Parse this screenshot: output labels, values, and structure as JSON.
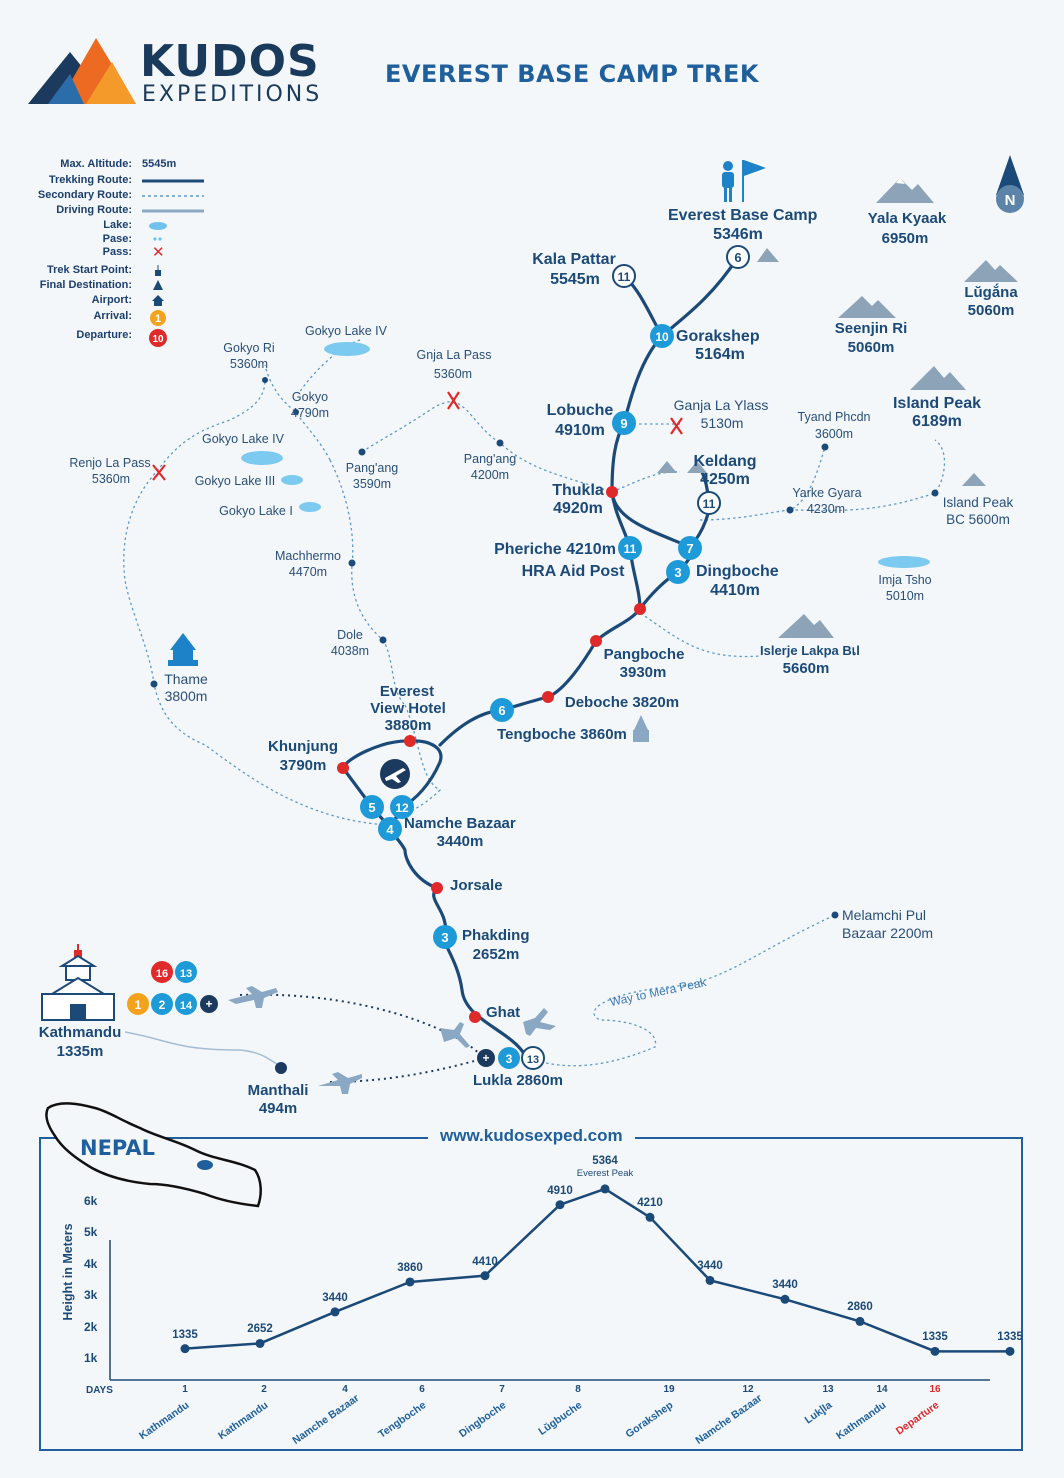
{
  "brand": {
    "name": "KUDOS",
    "subtitle": "EXPEDITIONS"
  },
  "title": "EVEREST BASE CAMP TREK",
  "legend": {
    "items": [
      {
        "label": "Max. Altitude:",
        "value": "5545m"
      },
      {
        "label": "Trekking Route:"
      },
      {
        "label": "Secondary Route:"
      },
      {
        "label": "Driving Route:"
      },
      {
        "label": "Lake:"
      },
      {
        "label": "Pase:"
      },
      {
        "label": "Pass:"
      },
      {
        "label": "Trek Start Point:"
      },
      {
        "label": "Final Destination:"
      },
      {
        "label": "Airport:"
      },
      {
        "label": "Arrival:",
        "value": "1"
      },
      {
        "label": "Departure:",
        "value": "10"
      }
    ],
    "colors": {
      "route": "#1c4a78",
      "secondary": "#5f98c8",
      "driving": "#8aa8c3",
      "lake": "#6fc2ee",
      "pass": "#e02a2a",
      "arrival": "#f4a21b",
      "departure": "#e02a2a"
    }
  },
  "places": {
    "everest_bc": {
      "name": "Everest Base Camp",
      "alt": "5346m"
    },
    "kala_pattar": {
      "name": "Kala Pattar",
      "alt": "5545m"
    },
    "gorakshep": {
      "name": "Gorakshep",
      "alt": "5164m"
    },
    "lobuche": {
      "name": "Lobuche",
      "alt": "4910m"
    },
    "ganja_la_ylass": {
      "name": "Ganja La Ylass",
      "alt": "5130m"
    },
    "keldang": {
      "name": "Keldang",
      "alt": "4250m"
    },
    "thukla": {
      "name": "Thukla",
      "alt": "4920m"
    },
    "pheriche": {
      "name": "Pheriche 4210m",
      "sub": "HRA Aid Post"
    },
    "dingboche": {
      "name": "Dingboche",
      "alt": "4410m"
    },
    "pangboche": {
      "name": "Pangboche",
      "alt": "3930m"
    },
    "deboche": {
      "name": "Deboche 3820m"
    },
    "tengboche": {
      "name": "Tengboche 3860m"
    },
    "everest_view": {
      "name1": "Everest",
      "name2": "View Hotel",
      "alt": "3880m"
    },
    "khunjung": {
      "name": "Khunjung",
      "alt": "3790m"
    },
    "namche": {
      "name": "Namche Bazaar",
      "alt": "3440m"
    },
    "jorsale": {
      "name": "Jorsale"
    },
    "phakding": {
      "name": "Phakding",
      "alt": "2652m"
    },
    "ghat": {
      "name": "Ghat"
    },
    "lukla": {
      "name": "Lukla 2860m"
    },
    "kathmandu": {
      "name": "Kathmandu",
      "alt": "1335m"
    },
    "manthali": {
      "name": "Manthali",
      "alt": "494m"
    },
    "yala_kyaak": {
      "name": "Yala Kyaak",
      "alt": "6950m"
    },
    "lugana": {
      "name": "Lŭgắna",
      "alt": "5060m"
    },
    "seenjin_ri": {
      "name": "Seenjin Ri",
      "alt": "5060m"
    },
    "island_peak": {
      "name": "Island Peak",
      "alt": "6189m"
    },
    "tyand_phcdn": {
      "name": "Tyand Phcdn",
      "alt": "3600m"
    },
    "yarke_gyara": {
      "name": "Yarke Gyara",
      "alt": "4230m"
    },
    "island_peak_bc": {
      "name": "Island Peak",
      "alt": "BC 5600m"
    },
    "imja_tsho": {
      "name": "Imja Tsho",
      "alt": "5010m"
    },
    "islerje": {
      "name": "Islerje Lakpa Bเl",
      "alt": "5660m"
    },
    "gokyo_lake_iv_top": {
      "name": "Gokyo Lake IV"
    },
    "gokyo_ri": {
      "name": "Gokyo Ri",
      "alt": "5360m"
    },
    "gnja_la": {
      "name": "Gnja La Pass",
      "alt": "5360m"
    },
    "gokyo": {
      "name": "Gokyo",
      "alt": "4790m"
    },
    "gokyo_lake_iv": {
      "name": "Gokyo Lake IV"
    },
    "gokyo_lake_iii": {
      "name": "Gokyo Lake III"
    },
    "gokyo_lake_i": {
      "name": "Gokyo Lake I"
    },
    "renjo": {
      "name": "Renjo La Pass",
      "alt": "5360m"
    },
    "pangang1": {
      "name": "Pang'ang",
      "alt": "3590m"
    },
    "pangang2": {
      "name": "Pang'ang",
      "alt": "4200m"
    },
    "machhermo": {
      "name": "Machhermo",
      "alt": "4470m"
    },
    "dole": {
      "name": "Dole",
      "alt": "4038m"
    },
    "thame": {
      "name": "Thame",
      "alt": "3800m"
    },
    "melamchi": {
      "name": "Melamchi Pul",
      "alt": "Bazaar 2200m"
    },
    "mera_way": {
      "name": "Way to Mera Peak"
    }
  },
  "markers": {
    "ebc": "6",
    "kala": "11",
    "gorak": "10",
    "lobu": "9",
    "keld": "11",
    "ding7": "7",
    "pher": "11",
    "ding3": "3",
    "teng": "6",
    "nam5": "5",
    "nam12": "12",
    "nam4": "4",
    "phak": "3",
    "luk3": "3",
    "luk13": "13",
    "ktm1": "1",
    "ktm2": "2",
    "ktm14": "14",
    "ktm16": "16",
    "ktm13": "13"
  },
  "compass": "N",
  "inset": {
    "country": "NEPAL"
  },
  "website": "www.kudosexped.com",
  "chart_data": {
    "type": "line",
    "title": "",
    "ylabel": "Height in Meters",
    "xlabel": "DAYS",
    "ylim": [
      500,
      7000
    ],
    "yticks": [
      "1k",
      "2k",
      "3k",
      "4k",
      "5k",
      "6k"
    ],
    "ytick_values": [
      1000,
      2000,
      3000,
      4000,
      5000,
      6000
    ],
    "days": [
      "1",
      "2",
      "4",
      "6",
      "7",
      "8",
      "19",
      "12",
      "13",
      "14",
      "16"
    ],
    "places": [
      "Kathmandu",
      "Kathmandu",
      "Namche Bazaar",
      "Tengboche",
      "Dingboche",
      "Lŭgbuche",
      "Gorakshep",
      "Namche Bazaar",
      "Lukإla",
      "Kathmandu",
      "Departure"
    ],
    "points": [
      {
        "x": 1,
        "y": 1335,
        "label": "1335"
      },
      {
        "x": 2,
        "y": 1500,
        "label": "2652"
      },
      {
        "x": 3,
        "y": 2500,
        "label": "3440"
      },
      {
        "x": 4,
        "y": 3450,
        "label": "3860"
      },
      {
        "x": 5,
        "y": 3650,
        "label": "4410"
      },
      {
        "x": 6,
        "y": 5900,
        "label": "4910"
      },
      {
        "x": 6.6,
        "y": 6400,
        "label": "5364",
        "sublabel": "Everest Peak"
      },
      {
        "x": 7.2,
        "y": 5500,
        "label": "4210"
      },
      {
        "x": 8,
        "y": 3500,
        "label": "3440"
      },
      {
        "x": 9,
        "y": 2900,
        "label": "3440"
      },
      {
        "x": 10,
        "y": 2200,
        "label": "2860"
      },
      {
        "x": 11,
        "y": 1250,
        "label": "1335"
      },
      {
        "x": 12,
        "y": 1250,
        "label": "1335"
      }
    ]
  }
}
